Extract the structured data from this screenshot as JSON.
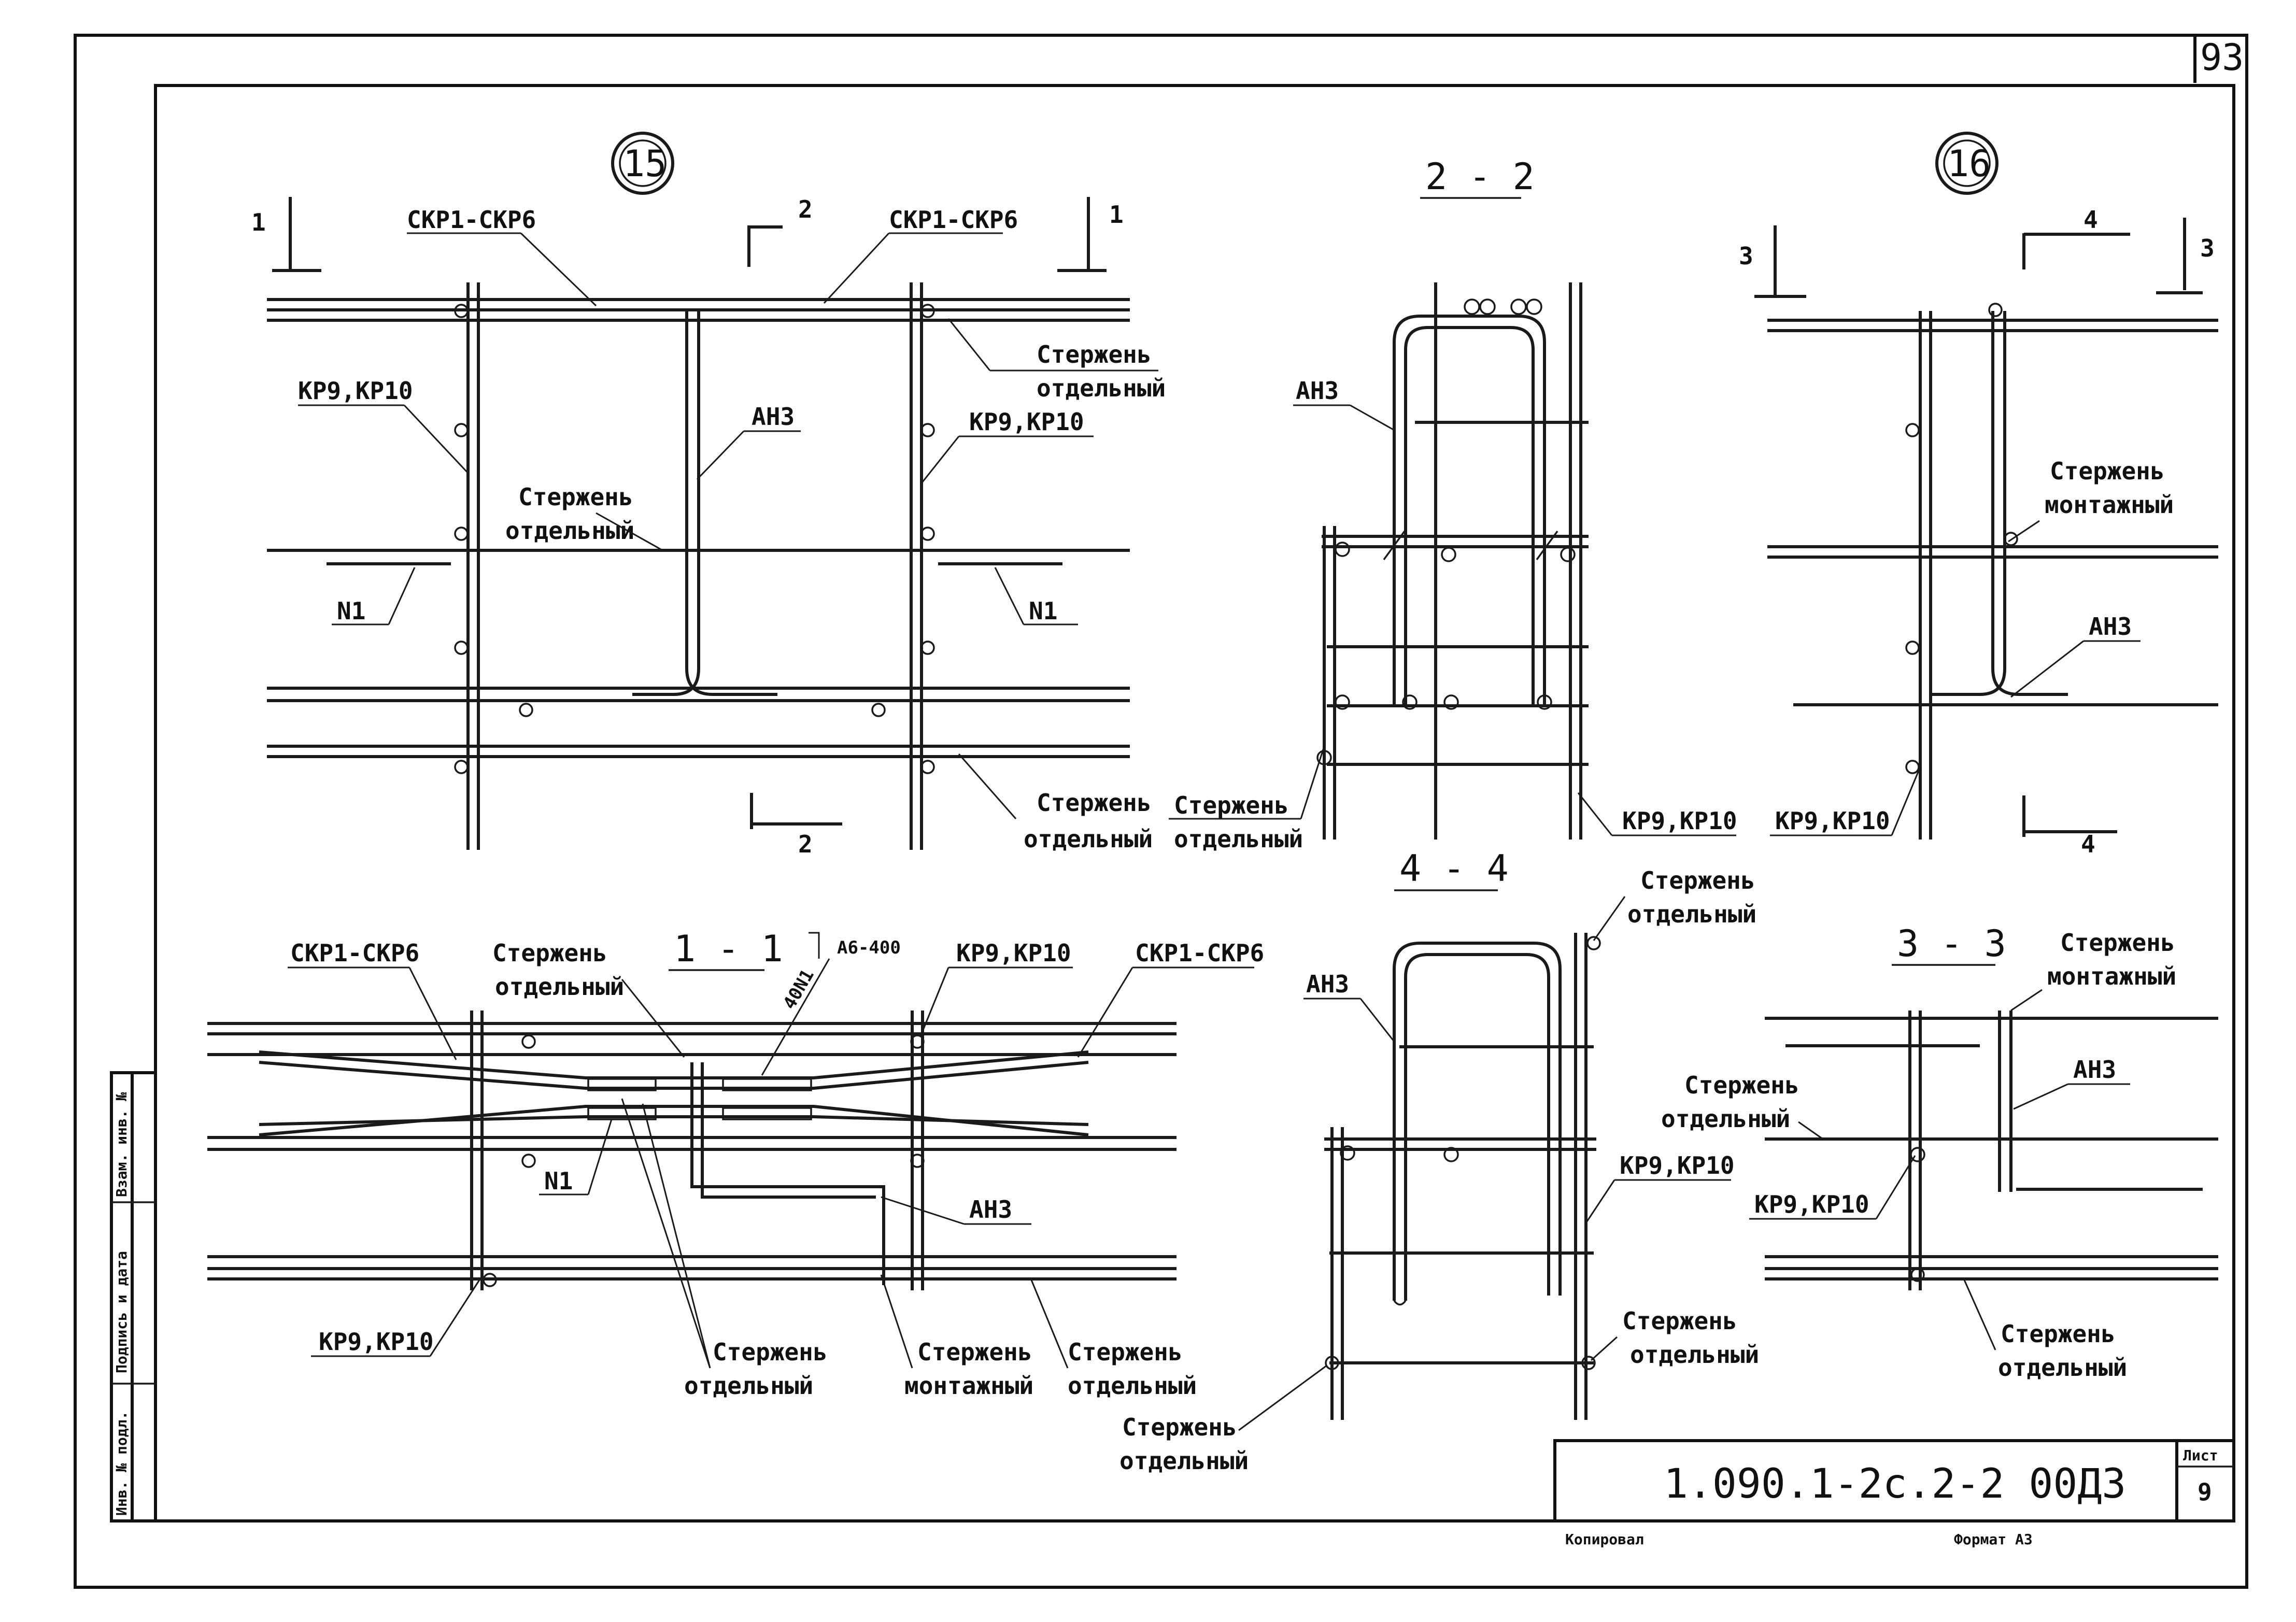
{
  "sheet_number_top": "93",
  "sheet_label": "Лист",
  "sheet_number": "9",
  "document_code": "1.090.1-2с.2-2 00ДЗ",
  "copied_label": "Копировал",
  "format_label": "Формат А3",
  "side_stamp": {
    "inv_orig": "Инв. № подл.",
    "sign_date": "Подпись и дата",
    "replace_inv": "Взам. инв. №"
  },
  "node_15": "15",
  "node_16": "16",
  "sections": {
    "s2_2": "2 - 2",
    "s1_1": "1 - 1",
    "s4_4": "4 - 4",
    "s3_3": "3 - 3"
  },
  "cut_marks": {
    "one": "1",
    "two": "2",
    "three": "3",
    "four": "4"
  },
  "labels": {
    "skr1_skr6": "СКР1-СКР6",
    "kp9_kp10": "КР9,КР10",
    "ah3": "АН3",
    "rod": "Стержень",
    "separate": "отдельный",
    "mounting": "монтажный",
    "n1": "N1",
    "a6_400": "А6-400",
    "rotated_n1": "40N1"
  }
}
